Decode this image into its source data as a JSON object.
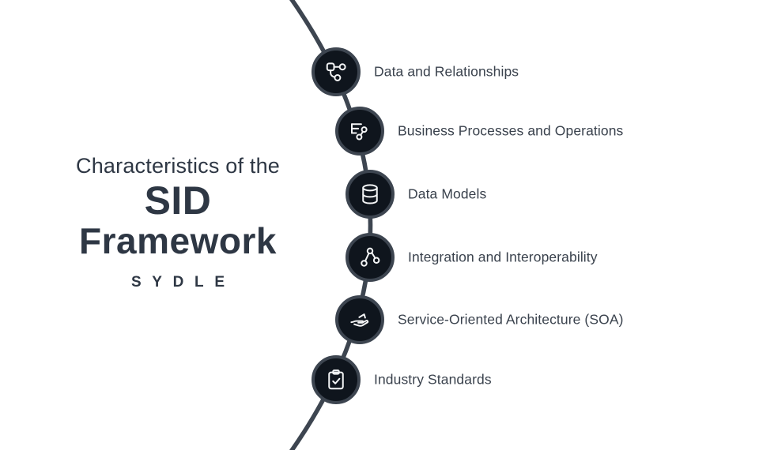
{
  "title": {
    "line1": "Characteristics of the",
    "line2": "SID",
    "line3": "Framework"
  },
  "brand": "SYDLE",
  "diagram": {
    "items": [
      {
        "icon": "hierarchy-nodes-icon",
        "label": "Data and Relationships"
      },
      {
        "icon": "process-document-icon",
        "label": "Business Processes and Operations"
      },
      {
        "icon": "database-icon",
        "label": "Data Models"
      },
      {
        "icon": "share-network-icon",
        "label": "Integration and Interoperability"
      },
      {
        "icon": "hand-service-icon",
        "label": "Service-Oriented Architecture (SOA)"
      },
      {
        "icon": "clipboard-check-icon",
        "label": "Industry Standards"
      }
    ]
  },
  "colors": {
    "background": "#ffffff",
    "node_fill": "#0f151d",
    "curve_and_ring": "#3d4550",
    "label_text": "#3a424d",
    "title_text": "#2e3744",
    "icon_stroke": "#f4f5f6"
  }
}
